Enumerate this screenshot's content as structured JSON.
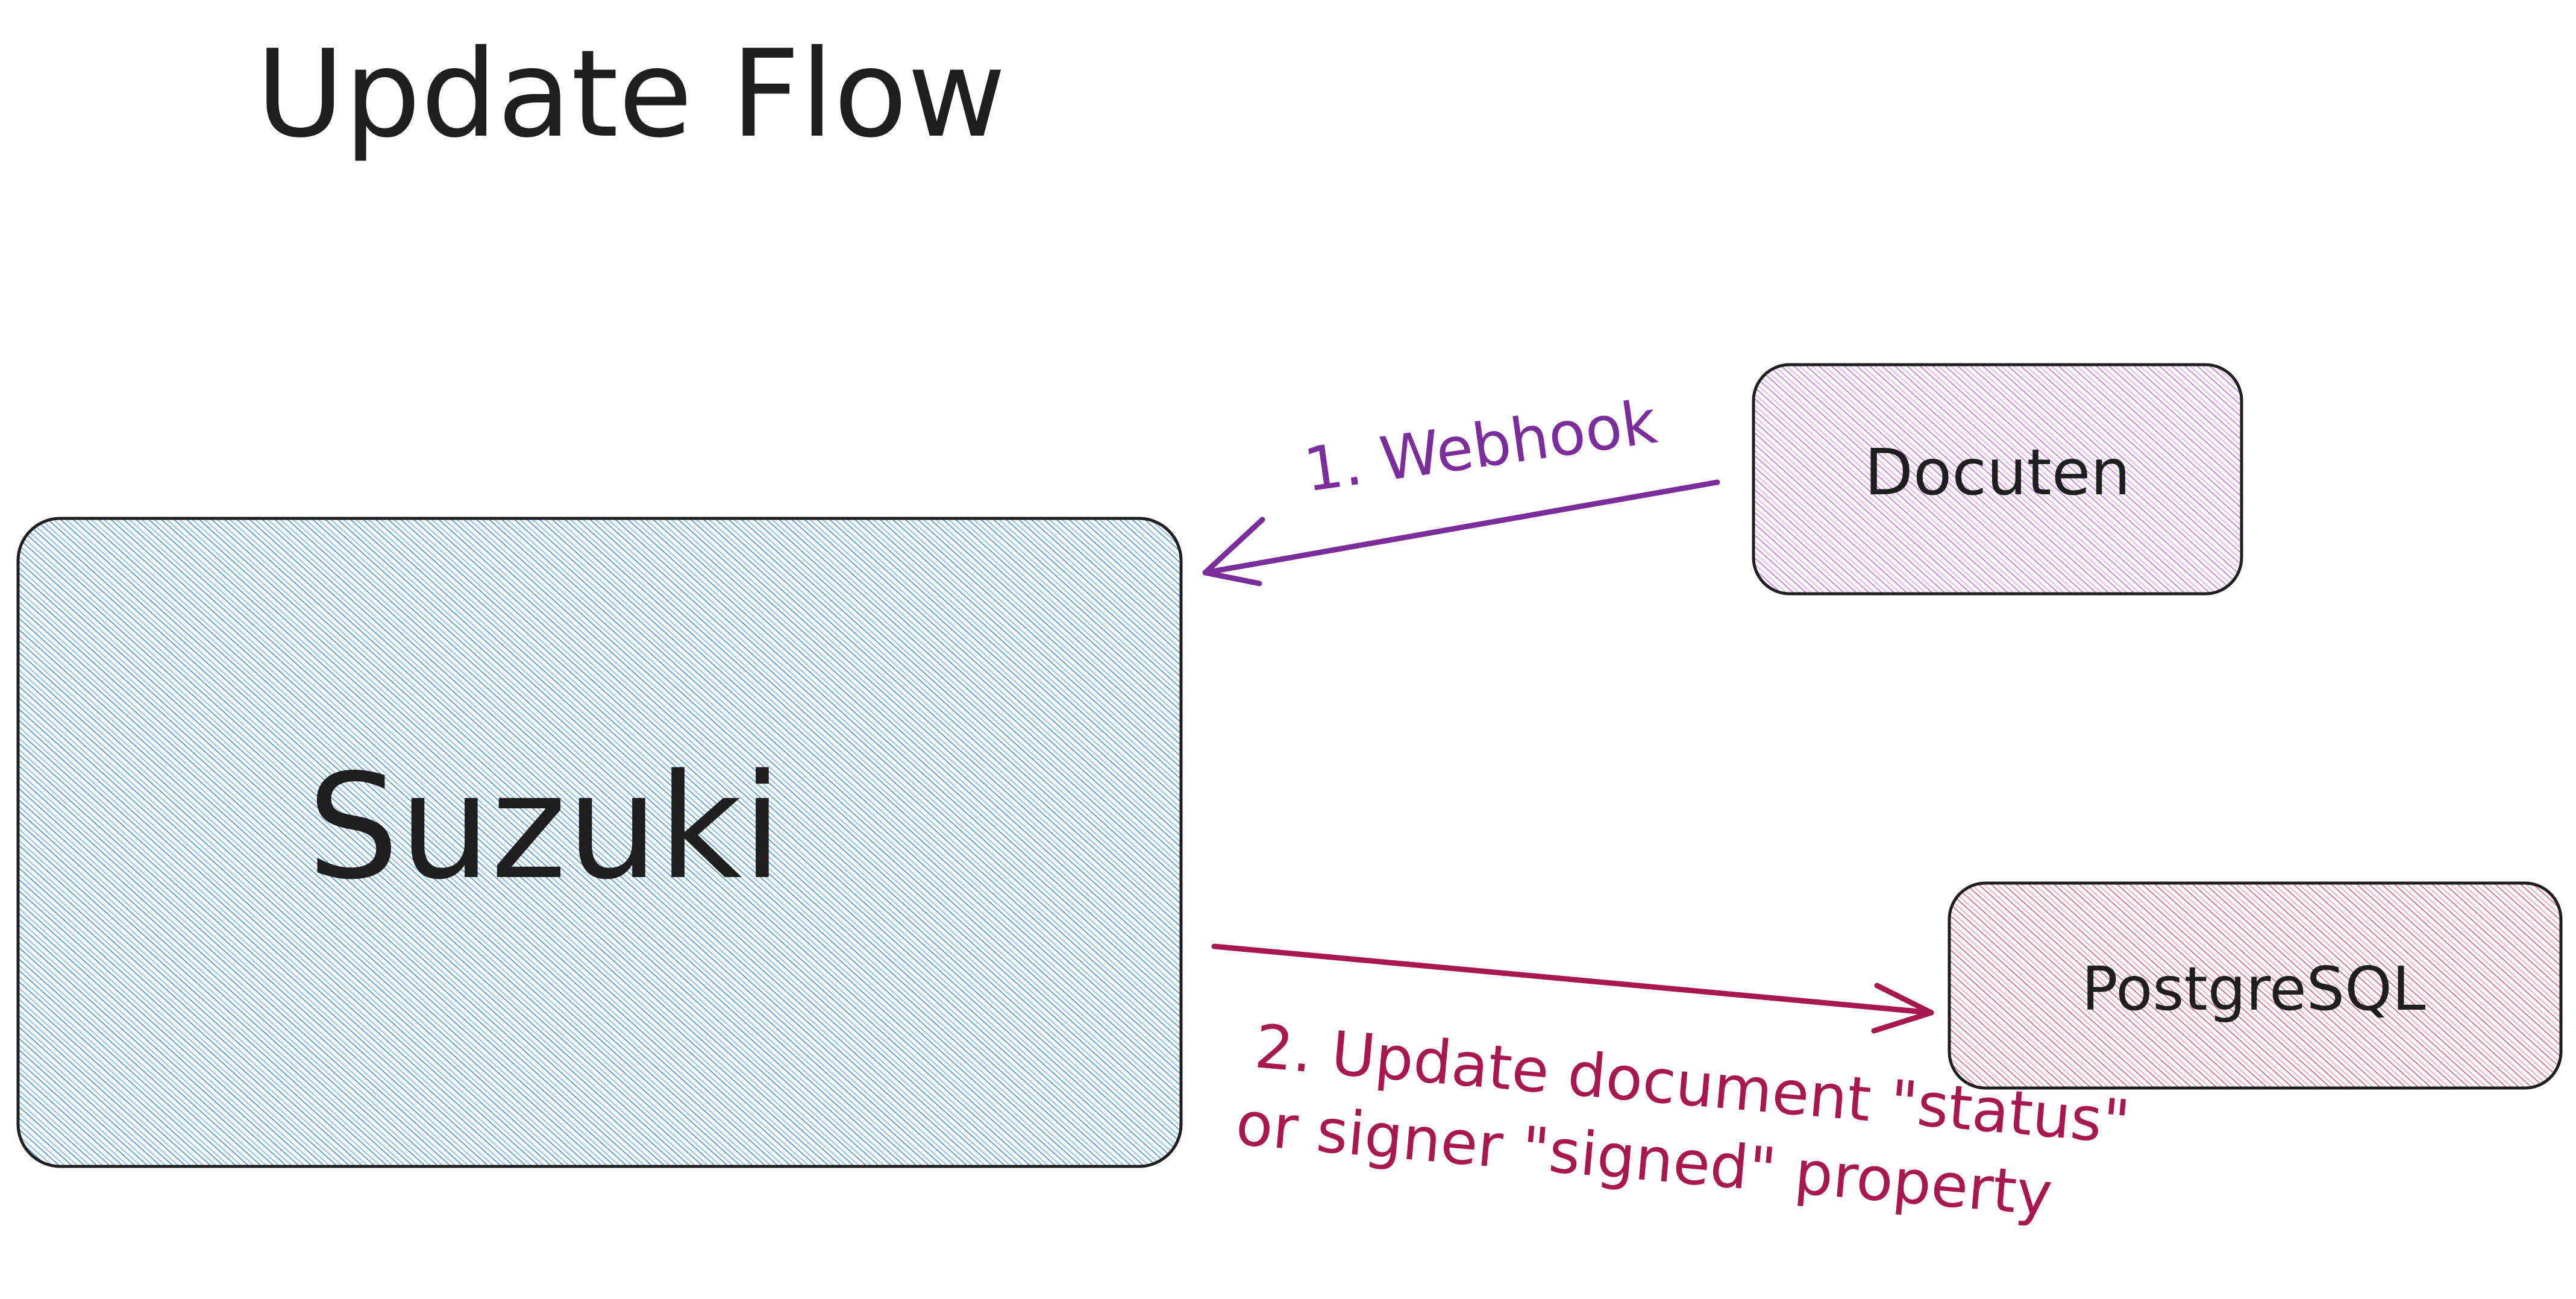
{
  "title": "Update Flow",
  "nodes": {
    "suzuki": {
      "label": "Suzuki",
      "fill": "#4a90d9",
      "stroke": "#1e1e1e"
    },
    "docuten": {
      "label": "Docuten",
      "fill": "#c36ad8",
      "stroke": "#1e1e1e"
    },
    "postgresql": {
      "label": "PostgreSQL",
      "fill": "#d8557a",
      "stroke": "#1e1e1e"
    }
  },
  "edges": {
    "webhook": {
      "label": "1. Webhook",
      "color": "#7b2d9c"
    },
    "update": {
      "label_line1": "2. Update document \"status\"",
      "label_line2": "or signer \"signed\" property",
      "color": "#a8184f"
    }
  }
}
